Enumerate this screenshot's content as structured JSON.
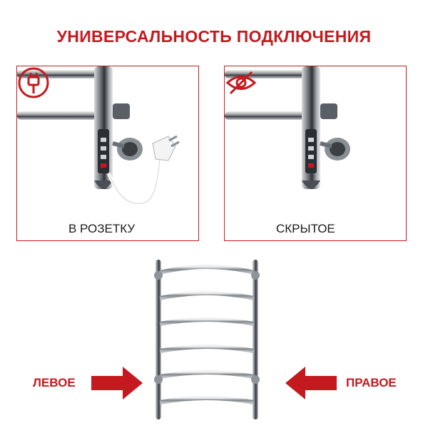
{
  "title": "УНИВЕРСАЛЬНОСТЬ ПОДКЛЮЧЕНИЯ",
  "panels": [
    {
      "label": "В РОЗЕТКУ",
      "icon": "plug-icon"
    },
    {
      "label": "СКРЫТОЕ",
      "icon": "crossed-eye-icon"
    }
  ],
  "sides": {
    "left_label": "ЛЕВОЕ",
    "right_label": "ПРАВОЕ"
  },
  "colors": {
    "accent": "#c41a1f",
    "text": "#1a1a1a",
    "chrome": "#9aa0a6"
  }
}
